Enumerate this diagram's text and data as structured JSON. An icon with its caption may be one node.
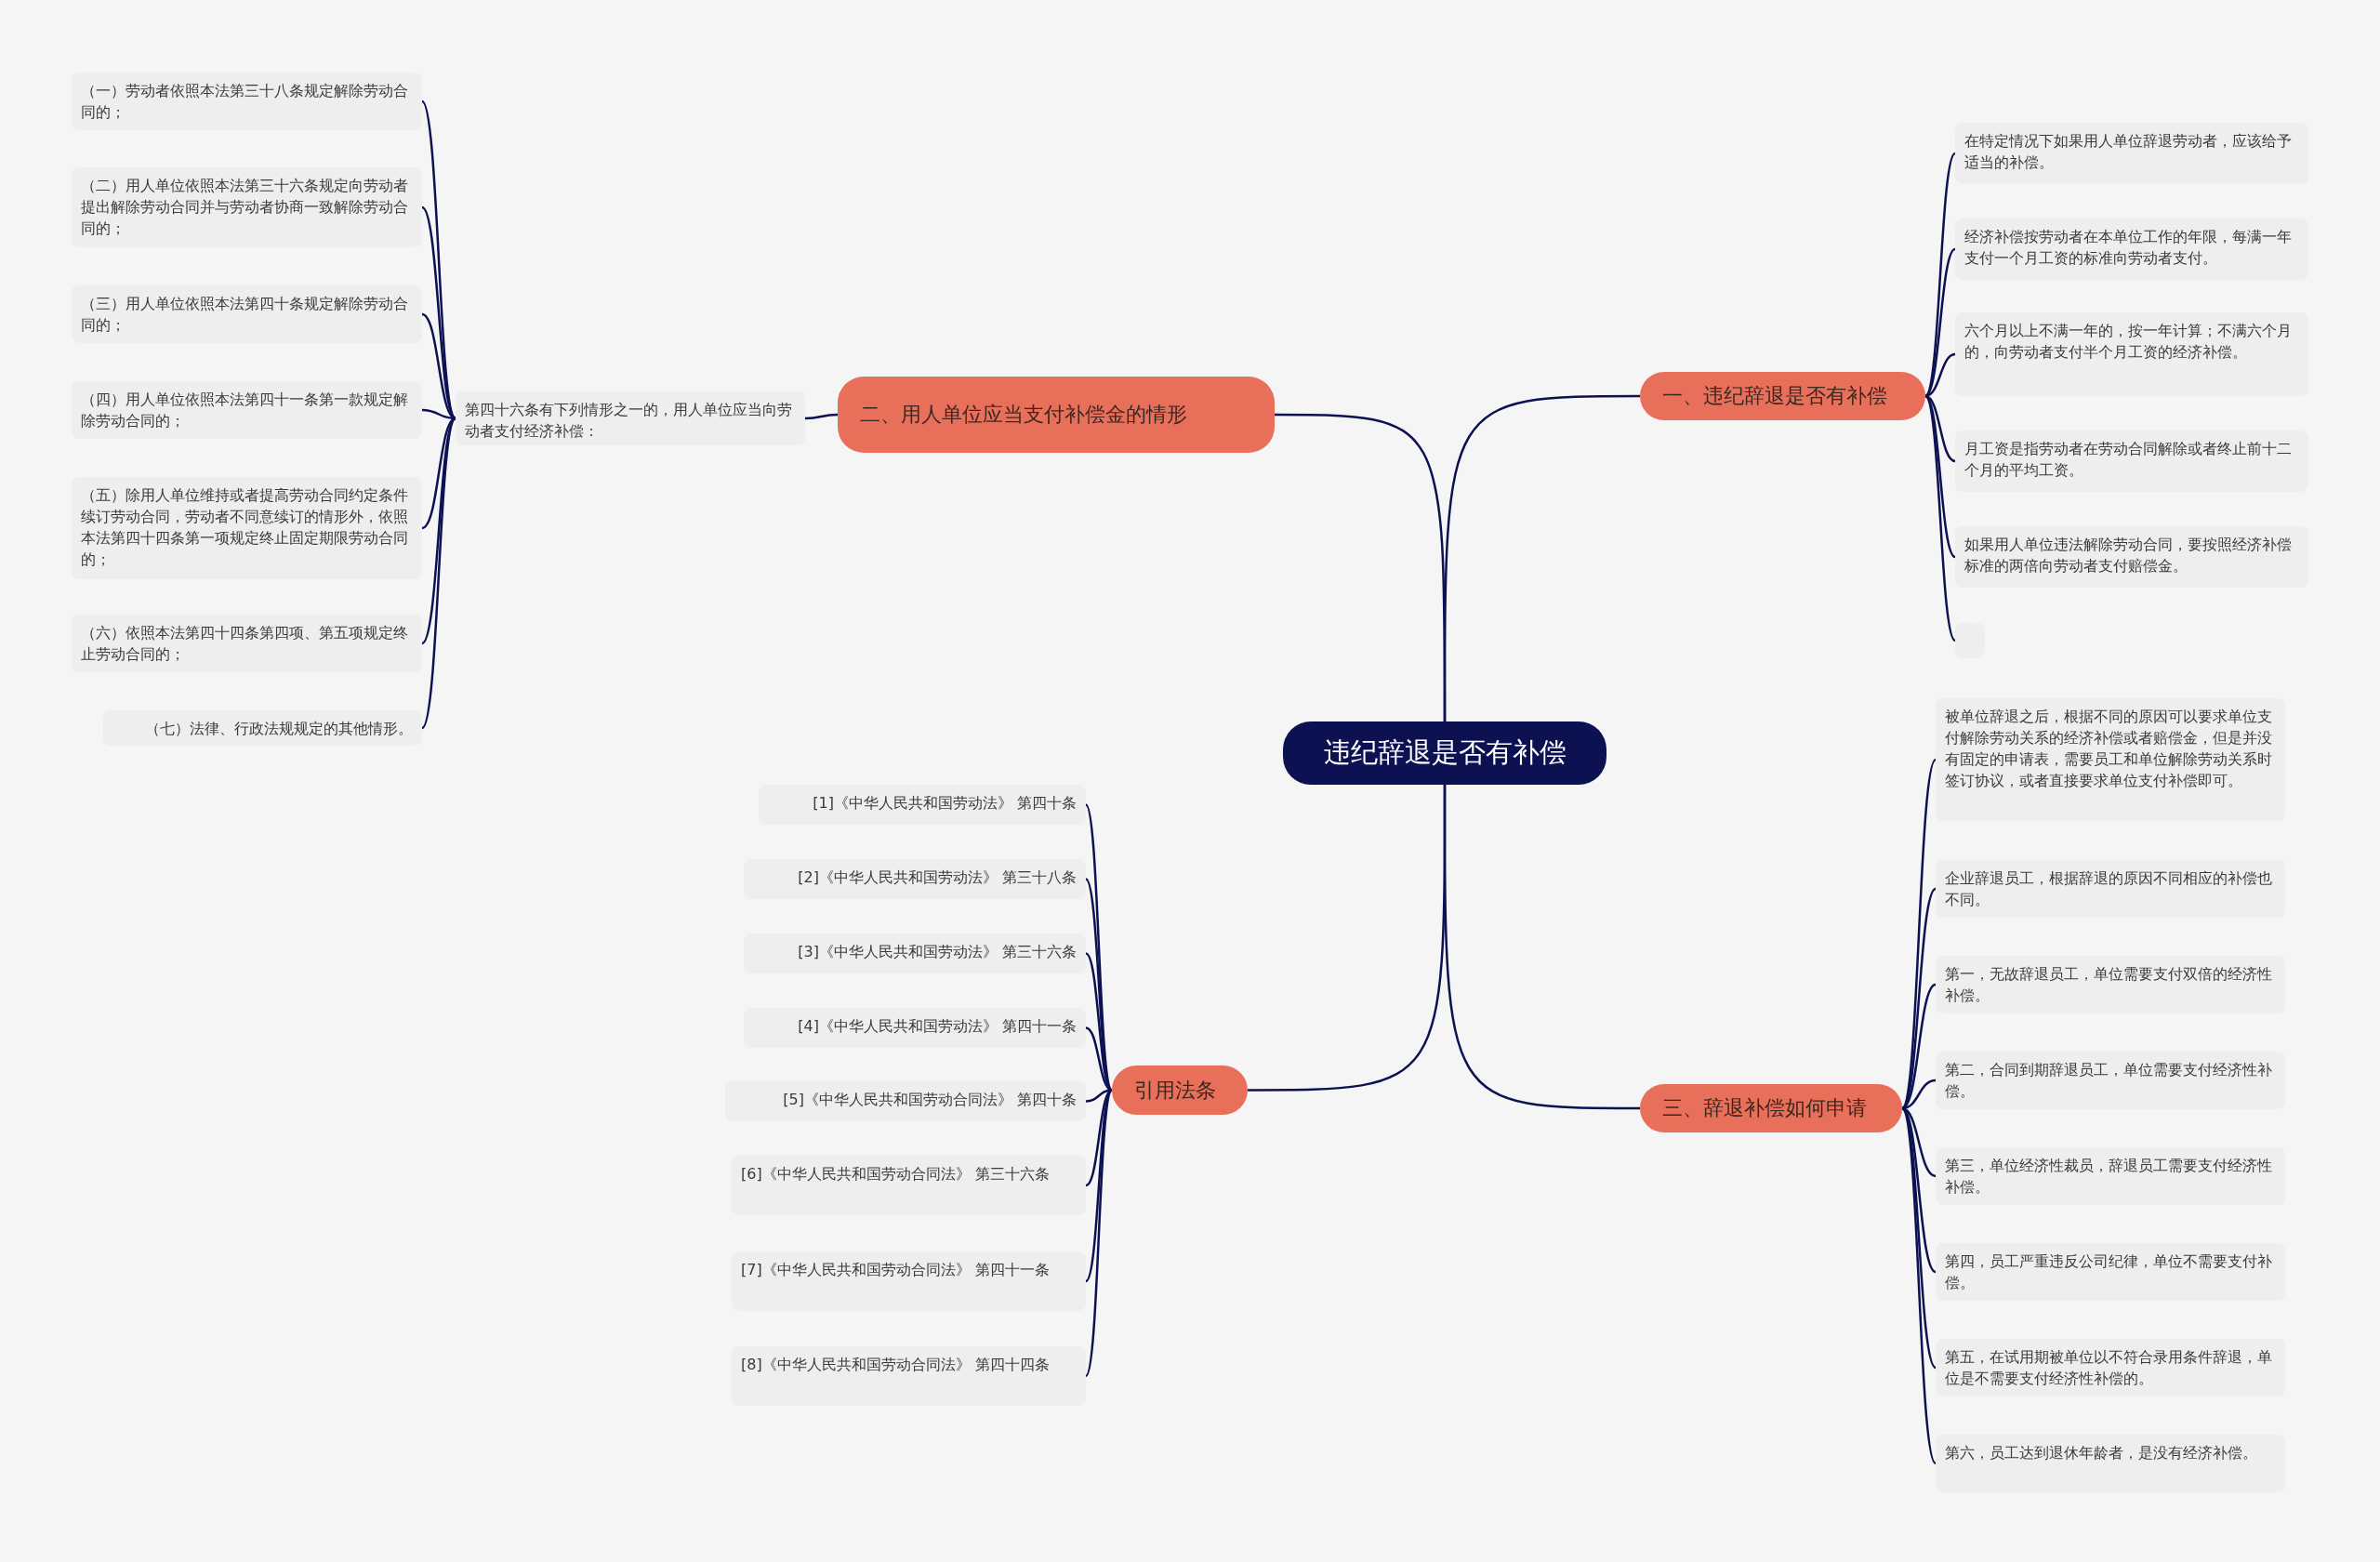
{
  "diagram": {
    "nodes": [
      {
        "text": [
          "违纪辞退是否有补偿"
        ]
      },
      {
        "text": [
          "一、违纪辞退是否有补偿"
        ]
      },
      {
        "text": [
          "在特定情况下如果用人单位辞退劳动者，应该给予适当的补偿。"
        ]
      },
      {
        "text": [
          "经济补偿按劳动者在本单位工作的年限，每满一年支付一个月工资的标准向劳动者支付。"
        ]
      },
      {
        "text": [
          "六个月以上不满一年的，按一年计算；不满六个月的，向劳动者支付半个月工资的经济补偿。"
        ]
      },
      {
        "text": [
          "月工资是指劳动者在劳动合同解除或者终止前十二个月的平均工资。"
        ]
      },
      {
        "text": [
          "如果用人单位违法解除劳动合同，要按照经济补偿标准的两倍向劳动者支付赔偿金。"
        ]
      },
      {
        "text": [],
        "shape": "box"
      },
      {
        "text": [
          "二、用人单位应当支付补偿金的情形"
        ]
      },
      {
        "text": [
          "第四十六条有下列情形之一的，用人单位应当向劳动者支付经济补偿："
        ]
      },
      {
        "text": [
          "（一）劳动者依照本法第三十八条规定解除劳动合同的；"
        ]
      },
      {
        "text": [
          "（二）用人单位依照本法第三十六条规定向劳动者提出解除劳动合同并与劳动者协商一致解除劳动合同的；"
        ]
      },
      {
        "text": [
          "（三）用人单位依照本法第四十条规定解除劳动合同的；"
        ]
      },
      {
        "text": [
          "（四）用人单位依照本法第四十一条第一款规定解除劳动合同的；"
        ]
      },
      {
        "text": [
          "（五）除用人单位维持或者提高劳动合同约定条件续订劳动合同，劳动者不同意续订的情形外，依照本法第四十四条第一项规定终止固定期限劳动合同的；"
        ]
      },
      {
        "text": [
          "（六）依照本法第四十四条第四项、第五项规定终止劳动合同的；"
        ]
      },
      {
        "text": [
          "（七）法律、行政法规规定的其他情形。"
        ]
      },
      {
        "text": [
          "三、辞退补偿如何申请"
        ]
      },
      {
        "text": [
          "被单位辞退之后，根据不同的原因可以要求单位支付解除劳动关系的经济补偿或者赔偿金，但是并没有固定的申请表，需要员工和单位解除劳动关系时签订协议，或者直接要求单位支付补偿即可。"
        ]
      },
      {
        "text": [
          "企业辞退员工，根据辞退的原因不同相应的补偿也不同。"
        ]
      },
      {
        "text": [
          "第一，无故辞退员工，单位需要支付双倍的经济性补偿。"
        ]
      },
      {
        "text": [
          "第二，合同到期辞退员工，单位需要支付经济性补偿。"
        ]
      },
      {
        "text": [
          "第三，单位经济性裁员，辞退员工需要支付经济性补偿。"
        ]
      },
      {
        "text": [
          "第四，员工严重违反公司纪律，单位不需要支付补偿。"
        ]
      },
      {
        "text": [
          "第五，在试用期被单位以不符合录用条件辞退，单位是不需要支付经济性补偿的。"
        ]
      },
      {
        "text": [
          "第六，员工达到退休年龄者，是没有经济补偿。"
        ]
      },
      {
        "text": [
          "引用法条"
        ]
      },
      {
        "text": [
          "[1]《中华人民共和国劳动法》 第四十条"
        ]
      },
      {
        "text": [
          "[2]《中华人民共和国劳动法》 第三十八条"
        ]
      },
      {
        "text": [
          "[3]《中华人民共和国劳动法》 第三十六条"
        ]
      },
      {
        "text": [
          "[4]《中华人民共和国劳动法》 第四十一条"
        ]
      },
      {
        "text": [
          "[5]《中华人民共和国劳动合同法》 第四十条"
        ]
      },
      {
        "text": [
          "[6]《中华人民共和国劳动合同法》 第三十六条"
        ]
      },
      {
        "text": [
          "[7]《中华人民共和国劳动合同法》 第四十一条"
        ]
      },
      {
        "text": [
          "[8]《中华人民共和国劳动合同法》 第四十四条"
        ]
      }
    ],
    "edges": [
      {
        "from": 0,
        "to": 1,
        "arrow": "none"
      },
      {
        "from": 0,
        "to": 8,
        "arrow": "none"
      },
      {
        "from": 0,
        "to": 17,
        "arrow": "none"
      },
      {
        "from": 0,
        "to": 26,
        "arrow": "none"
      },
      {
        "from": 1,
        "to": 2,
        "arrow": "none"
      },
      {
        "from": 1,
        "to": 3,
        "arrow": "none"
      },
      {
        "from": 1,
        "to": 4,
        "arrow": "none"
      },
      {
        "from": 1,
        "to": 5,
        "arrow": "none"
      },
      {
        "from": 1,
        "to": 6,
        "arrow": "none"
      },
      {
        "from": 1,
        "to": 7,
        "arrow": "none"
      },
      {
        "from": 8,
        "to": 9,
        "arrow": "none"
      },
      {
        "from": 9,
        "to": 10,
        "arrow": "none"
      },
      {
        "from": 9,
        "to": 11,
        "arrow": "none"
      },
      {
        "from": 9,
        "to": 12,
        "arrow": "none"
      },
      {
        "from": 9,
        "to": 13,
        "arrow": "none"
      },
      {
        "from": 9,
        "to": 14,
        "arrow": "none"
      },
      {
        "from": 9,
        "to": 15,
        "arrow": "none"
      },
      {
        "from": 9,
        "to": 16,
        "arrow": "none"
      },
      {
        "from": 17,
        "to": 18,
        "arrow": "none"
      },
      {
        "from": 17,
        "to": 19,
        "arrow": "none"
      },
      {
        "from": 17,
        "to": 20,
        "arrow": "none"
      },
      {
        "from": 17,
        "to": 21,
        "arrow": "none"
      },
      {
        "from": 17,
        "to": 22,
        "arrow": "none"
      },
      {
        "from": 17,
        "to": 23,
        "arrow": "none"
      },
      {
        "from": 17,
        "to": 24,
        "arrow": "none"
      },
      {
        "from": 17,
        "to": 25,
        "arrow": "none"
      },
      {
        "from": 26,
        "to": 27,
        "arrow": "none"
      },
      {
        "from": 26,
        "to": 28,
        "arrow": "none"
      },
      {
        "from": 26,
        "to": 29,
        "arrow": "none"
      },
      {
        "from": 26,
        "to": 30,
        "arrow": "none"
      },
      {
        "from": 26,
        "to": 31,
        "arrow": "none"
      },
      {
        "from": 26,
        "to": 32,
        "arrow": "none"
      },
      {
        "from": 26,
        "to": 33,
        "arrow": "none"
      },
      {
        "from": 26,
        "to": 34,
        "arrow": "none"
      }
    ]
  }
}
